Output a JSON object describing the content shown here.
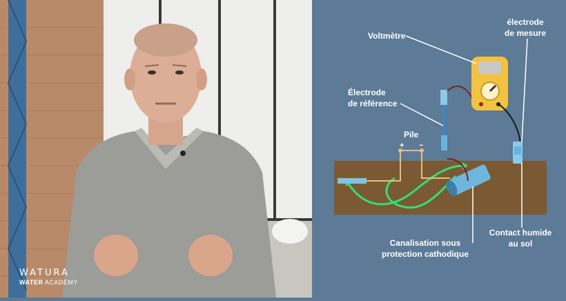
{
  "brand": {
    "name": "WATURA",
    "subtitle_bold": "WATER",
    "subtitle_rest": "ACADEMY"
  },
  "diagram": {
    "labels": {
      "voltmeter": "Voltmètre",
      "measure_electrode_line1": "électrode",
      "measure_electrode_line2": "de mesure",
      "reference_electrode_line1": "Électrode",
      "reference_electrode_line2": "de référence",
      "battery": "Pile",
      "battery_plus": "+",
      "battery_minus": "−",
      "wet_contact_line1": "Contact humide",
      "wet_contact_line2": "au sol",
      "pipe_line1": "Canalisation sous",
      "pipe_line2": "protection cathodique"
    },
    "colors": {
      "panel_bg": "#5d7a96",
      "soil": "#7b5a33",
      "multimeter": "#f2c341",
      "current_arrow": "#2fe07a",
      "electrode": "#68b4df",
      "wire": "#e6c079",
      "label_text": "#ffffff"
    }
  }
}
